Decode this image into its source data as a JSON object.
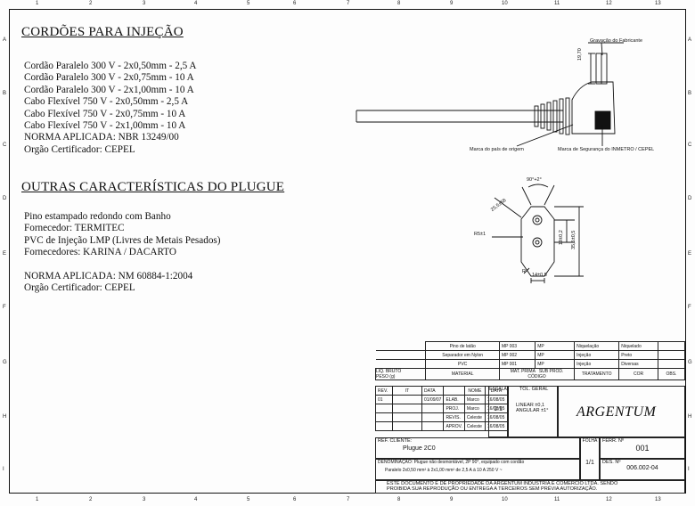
{
  "border_numbers": {
    "top": [
      "1",
      "2",
      "3",
      "4",
      "5",
      "6",
      "7",
      "8",
      "9",
      "10",
      "11",
      "12",
      "13"
    ],
    "left": [
      "A",
      "B",
      "C",
      "D",
      "E",
      "F",
      "G",
      "H",
      "I"
    ]
  },
  "section1": {
    "title": "CORDÕES PARA INJEÇÃO",
    "lines": [
      "Cordão Paralelo 300 V - 2x0,50mm - 2,5 A",
      "Cordão Paralelo 300 V - 2x0,75mm - 10 A",
      "Cordão Paralelo 300 V - 2x1,00mm - 10 A",
      "Cabo Flexível 750 V - 2x0,50mm - 2,5 A",
      "Cabo Flexível 750 V - 2x0,75mm - 10 A",
      "Cabo Flexível 750 V - 2x1,00mm - 10 A",
      "NORMA APLICADA: NBR 13249/00",
      "Orgão Certificador: CEPEL"
    ]
  },
  "section2": {
    "title": "OUTRAS CARACTERÍSTICAS DO PLUGUE",
    "lines": [
      "Pino estampado redondo com Banho",
      "Fornecedor: TERMITEC",
      "PVC de Injeção LMP (Livres de Metais Pesados)",
      "Fornecedores: KARINA / DACARTO"
    ],
    "lines2": [
      "NORMA APLICADA: NM 60884-1:2004",
      "Orgão Certificador: CEPEL"
    ]
  },
  "drawing": {
    "engraving_label": "Gravação do Fabricante",
    "dim_height": "19,70",
    "origin_label": "Marca do país de origem",
    "safety_label": "Marca de Segurança do INMETRO / CEPEL",
    "angle": "90°+2°",
    "dim_diag": "25,5±58",
    "dim_radius": "R5±1",
    "dim_19": "19±0,2",
    "dim_35": "35,5±0,5",
    "dim_14": "14±0,5",
    "dim_r": "R"
  },
  "title_block": {
    "materials": [
      {
        "desc": "Pino de latão",
        "mat": "MP 003",
        "sub": "MP",
        "trat": "Niquelação",
        "cor": "Niquelado"
      },
      {
        "desc": "Separador em Nylon",
        "mat": "MP 002",
        "sub": "MP",
        "trat": "Injeção",
        "cor": "Preto"
      },
      {
        "desc": "PVC",
        "mat": "MP 001",
        "sub": "MP",
        "trat": "Injeção",
        "cor": "Diversas"
      }
    ],
    "hdr_liq": "LIQ.",
    "hdr_bruto": "BRUTO",
    "hdr_peso": "PESO (g)",
    "hdr_material": "MATERIAL",
    "hdr_mat_prima": "MAT. PRIMA",
    "hdr_sub_prod": "SUB PROD.",
    "hdr_codigo": "CÓDIGO",
    "hdr_tratamento": "TRATAMENTO",
    "hdr_cor": "COR",
    "hdr_obs": "OBS.",
    "rev_hdr": [
      "REV.",
      "IT",
      "DATA",
      "",
      "NOME",
      "DATA"
    ],
    "rev_row": {
      "rev": "01",
      "date": "01/09/07"
    },
    "people": [
      {
        "role": "ELAB.",
        "name": "Marco",
        "date": "16/08/05"
      },
      {
        "role": "PROJ.",
        "name": "Marco",
        "date": "16/08/05"
      },
      {
        "role": "REVIS.",
        "name": "Celeste",
        "date": "16/08/05"
      },
      {
        "role": "APROV.",
        "name": "Celeste",
        "date": "16/08/05"
      }
    ],
    "escala_label": "ESCALA",
    "escala": "1:1",
    "tol_label": "TOL. GERAL",
    "tol_linear_label": "LINEAR",
    "tol_linear": "±0,1",
    "tol_angular_label": "ANGULAR",
    "tol_angular": "±1°",
    "company": "ARGENTUM",
    "ref_label": "REF. CLIENTE:",
    "part_name": "Plugue 2C0",
    "folha_label": "FOLHA",
    "folha": "1/1",
    "ferr_label": "FERR. Nº",
    "ferr": "001",
    "des_label": "DES. Nº",
    "des": "006.002-04",
    "denom_label": "DENOMINAÇÃO:",
    "denom_1": "Plugue não desmontável, 2P 90°, equipado com cordão",
    "denom_2": "Paralelo 2x0,50 mm² à 2x1,00 mm² de 2,5 A à 10 A 250 V ~",
    "footer_1": "ESTE DOCUMENTO É DE PROPRIEDADE DA ARGENTUM INDUSTRIA E COMERCIO LTDA. SENDO",
    "footer_2": "PROIBIDA SUA REPRODUÇÃO OU ENTREGA A TERCEIROS SEM PRÉVIA AUTORIZAÇÃO."
  }
}
